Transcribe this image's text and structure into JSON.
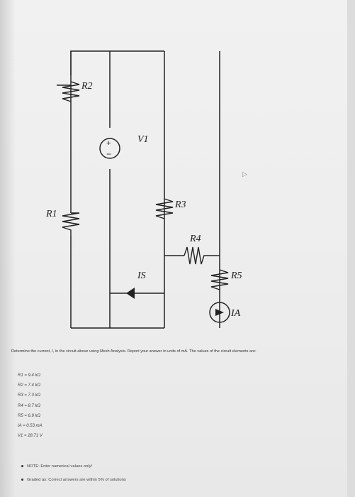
{
  "circuit": {
    "labels": {
      "R1": "R1",
      "R2": "R2",
      "R3": "R3",
      "R4": "R4",
      "R5": "R5",
      "V1": "V1",
      "Is": "IS",
      "IA": "IA"
    }
  },
  "problem": {
    "text": "Determine the current, I, in the circuit above using Mesh Analysis. Report your answer in units of mA. The values of the circuit elements are:"
  },
  "values": [
    "R1 = 9.4 kΩ",
    "R2 = 7.4 kΩ",
    "R3 = 7.3 kΩ",
    "R4 = 8.7 kΩ",
    "R5 = 6.9 kΩ",
    "IA = 0.53 mA",
    "V1 = 28.71 V"
  ],
  "notes": [
    "NOTE: Enter numerical values only!",
    "Graded as: Correct answers are within 5% of solutions"
  ],
  "colors": {
    "background": "#e9e9e9",
    "ink": "#222222"
  }
}
